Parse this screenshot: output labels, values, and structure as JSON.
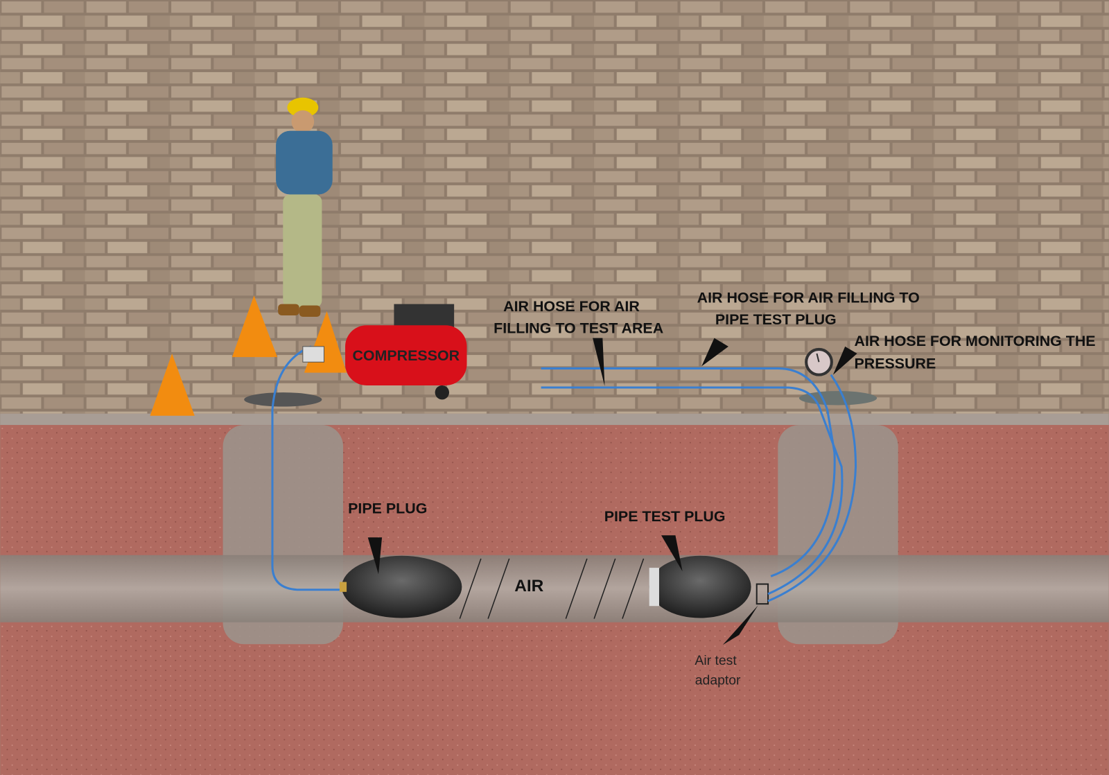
{
  "labels": {
    "compressor": "COMPRESSOR",
    "hose_test_area_1": "AIR HOSE FOR AIR",
    "hose_test_area_2": "FILLING TO TEST AREA",
    "hose_test_plug_1": "AIR HOSE FOR AIR FILLING TO",
    "hose_test_plug_2": "PIPE TEST PLUG",
    "hose_monitor_1": "AIR HOSE FOR MONITORING THE",
    "hose_monitor_2": "PRESSURE",
    "pipe_plug": "PIPE PLUG",
    "pipe_test_plug": "PIPE TEST PLUG",
    "air": "AIR",
    "adaptor_1": "Air test",
    "adaptor_2": "adaptor"
  },
  "colors": {
    "brick": "#a08c7a",
    "soil": "#b2695f",
    "hose": "#3a7fd0",
    "compressor": "#d8101a",
    "cone": "#f28c10"
  }
}
